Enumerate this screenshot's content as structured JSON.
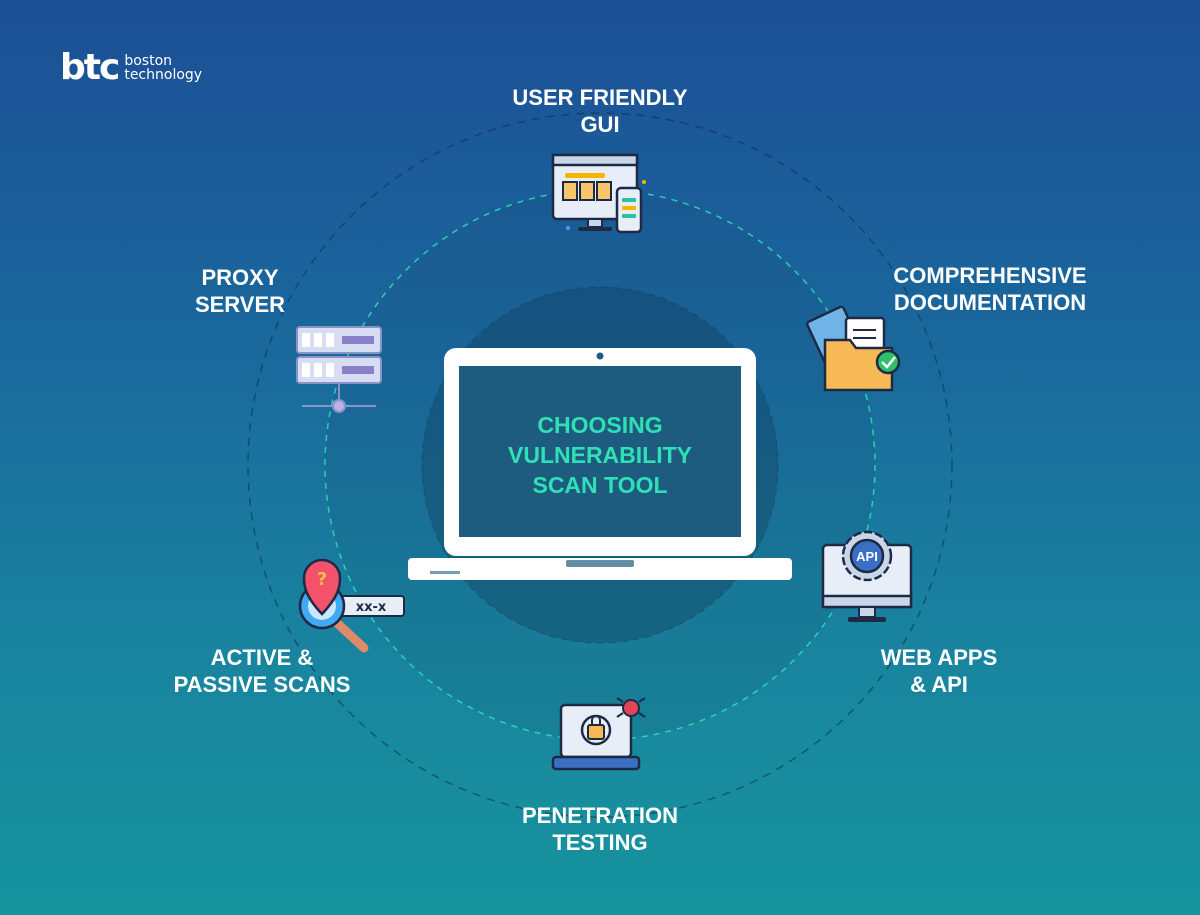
{
  "brand": {
    "mark": "btc",
    "line1": "boston",
    "line2": "technology"
  },
  "center": {
    "line1": "CHOOSING",
    "line2": "VULNERABILITY",
    "line3": "SCAN TOOL"
  },
  "features": [
    {
      "line1": "USER FRIENDLY",
      "line2": "GUI",
      "icon": "desktop-mobile-gui-icon"
    },
    {
      "line1": "COMPREHENSIVE",
      "line2": "DOCUMENTATION",
      "icon": "document-folder-check-icon"
    },
    {
      "line1": "WEB APPS",
      "line2": "& API",
      "icon": "monitor-api-gear-icon"
    },
    {
      "line1": "PENETRATION",
      "line2": "TESTING",
      "icon": "laptop-lock-bug-icon"
    },
    {
      "line1": "ACTIVE &",
      "line2": "PASSIVE SCANS",
      "icon": "location-search-icon"
    },
    {
      "line1": "PROXY",
      "line2": "SERVER",
      "icon": "server-rack-icon"
    }
  ],
  "search_icon_text": "xx-x",
  "colors": {
    "accent": "#2fe0b7",
    "label": "#ffffff",
    "background_top": "#1c4f96",
    "background_bottom": "#16949e"
  }
}
